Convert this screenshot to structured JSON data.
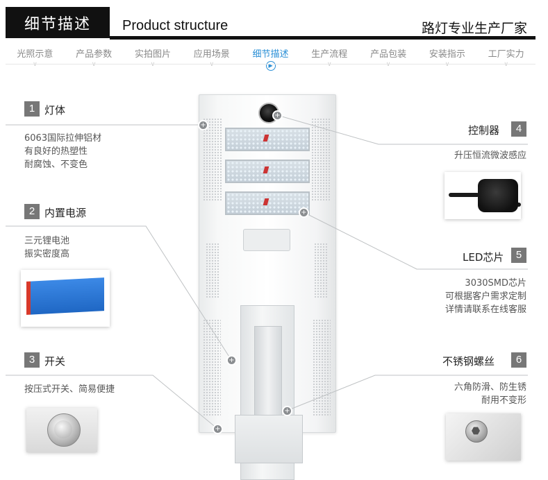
{
  "header": {
    "title": "细节描述",
    "subtitle_en": "Product structure",
    "subtitle_cn": "路灯专业生产厂家"
  },
  "nav": {
    "items": [
      {
        "label": "光照示意",
        "active": false
      },
      {
        "label": "产品参数",
        "active": false
      },
      {
        "label": "实拍图片",
        "active": false
      },
      {
        "label": "应用场景",
        "active": false
      },
      {
        "label": "细节描述",
        "active": true
      },
      {
        "label": "生产流程",
        "active": false
      },
      {
        "label": "产品包装",
        "active": false
      },
      {
        "label": "安装指示",
        "active": false
      },
      {
        "label": "工厂实力",
        "active": false
      }
    ]
  },
  "features": {
    "f1": {
      "num": "1",
      "title": "灯体",
      "lines": [
        "6063国际拉伸铝材",
        "有良好的热塑性",
        "耐腐蚀、不变色"
      ]
    },
    "f2": {
      "num": "2",
      "title": "内置电源",
      "lines": [
        "三元锂电池",
        "振实密度高"
      ]
    },
    "f3": {
      "num": "3",
      "title": "开关",
      "lines": [
        "按压式开关、简易便捷"
      ]
    },
    "f4": {
      "num": "4",
      "title": "控制器",
      "lines": [
        "升压恒流微波感应"
      ]
    },
    "f5": {
      "num": "5",
      "title": "LED芯片",
      "lines": [
        "3030SMD芯片",
        "可根据客户需求定制",
        "详情请联系在线客服"
      ]
    },
    "f6": {
      "num": "6",
      "title": "不锈钢螺丝",
      "lines": [
        "六角防滑、防生锈",
        "耐用不变形"
      ]
    }
  },
  "colors": {
    "header_bg": "#111111",
    "nav_active": "#2a8fd6",
    "number_box": "#777777",
    "battery": "#1f67c4"
  }
}
